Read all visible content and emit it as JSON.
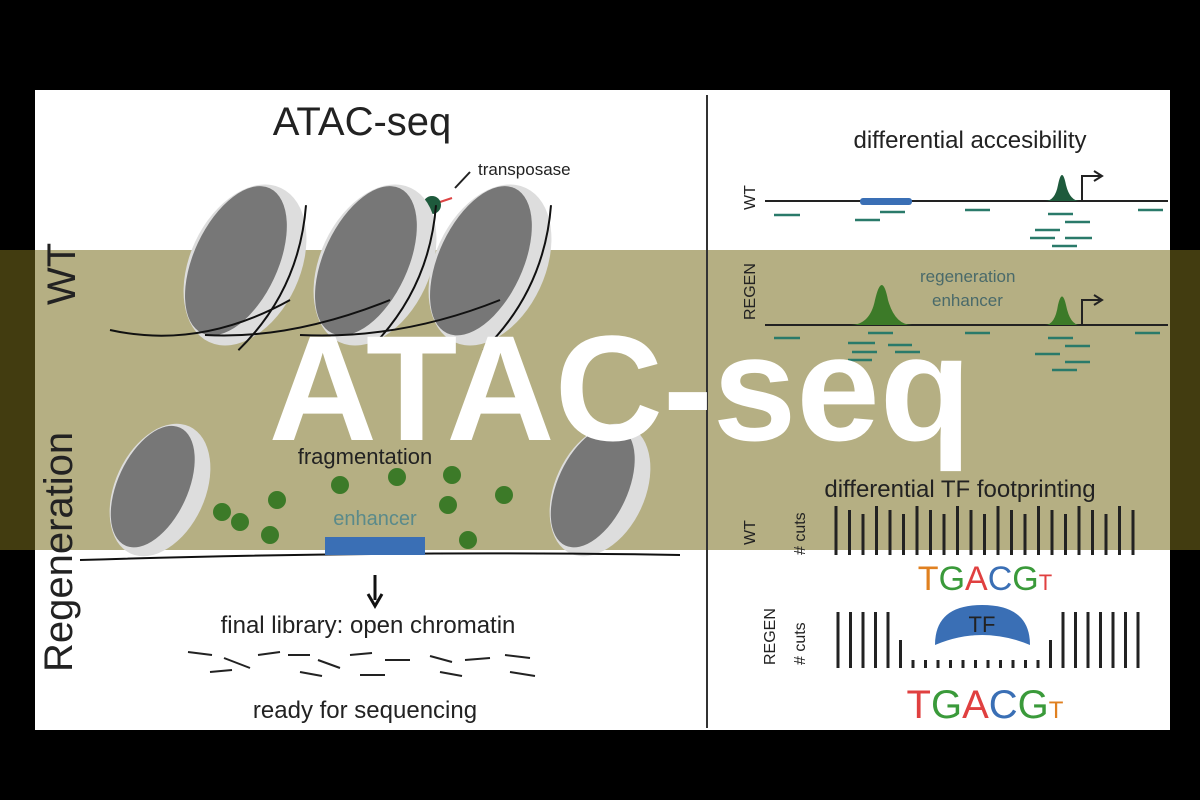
{
  "left_panel": {
    "title": "ATAC-seq",
    "transposase_label": "transposase",
    "row_labels": [
      "WT",
      "Regeneration"
    ],
    "fragmentation_label": "fragmentation",
    "enhancer_label": "enhancer",
    "final_library_label": "final library: open chromatin",
    "ready_label": "ready for sequencing"
  },
  "right_panel": {
    "accessibility_title": "differential accesibility",
    "accessibility_rows": [
      "WT",
      "REGEN"
    ],
    "regen_enhancer_label": [
      "regeneration",
      "enhancer"
    ],
    "footprint_title": "differential TF footprinting",
    "footprint_rows": [
      "WT",
      "REGEN"
    ],
    "cuts_label": "# cuts",
    "motif": "TGACGT",
    "tf_label": "TF"
  },
  "overlay_title": "ATAC-seq",
  "colors": {
    "band": "#786e1e",
    "dark_green": "#1e5a3c",
    "green": "#3c7a28",
    "blue": "#3a6fb5"
  }
}
